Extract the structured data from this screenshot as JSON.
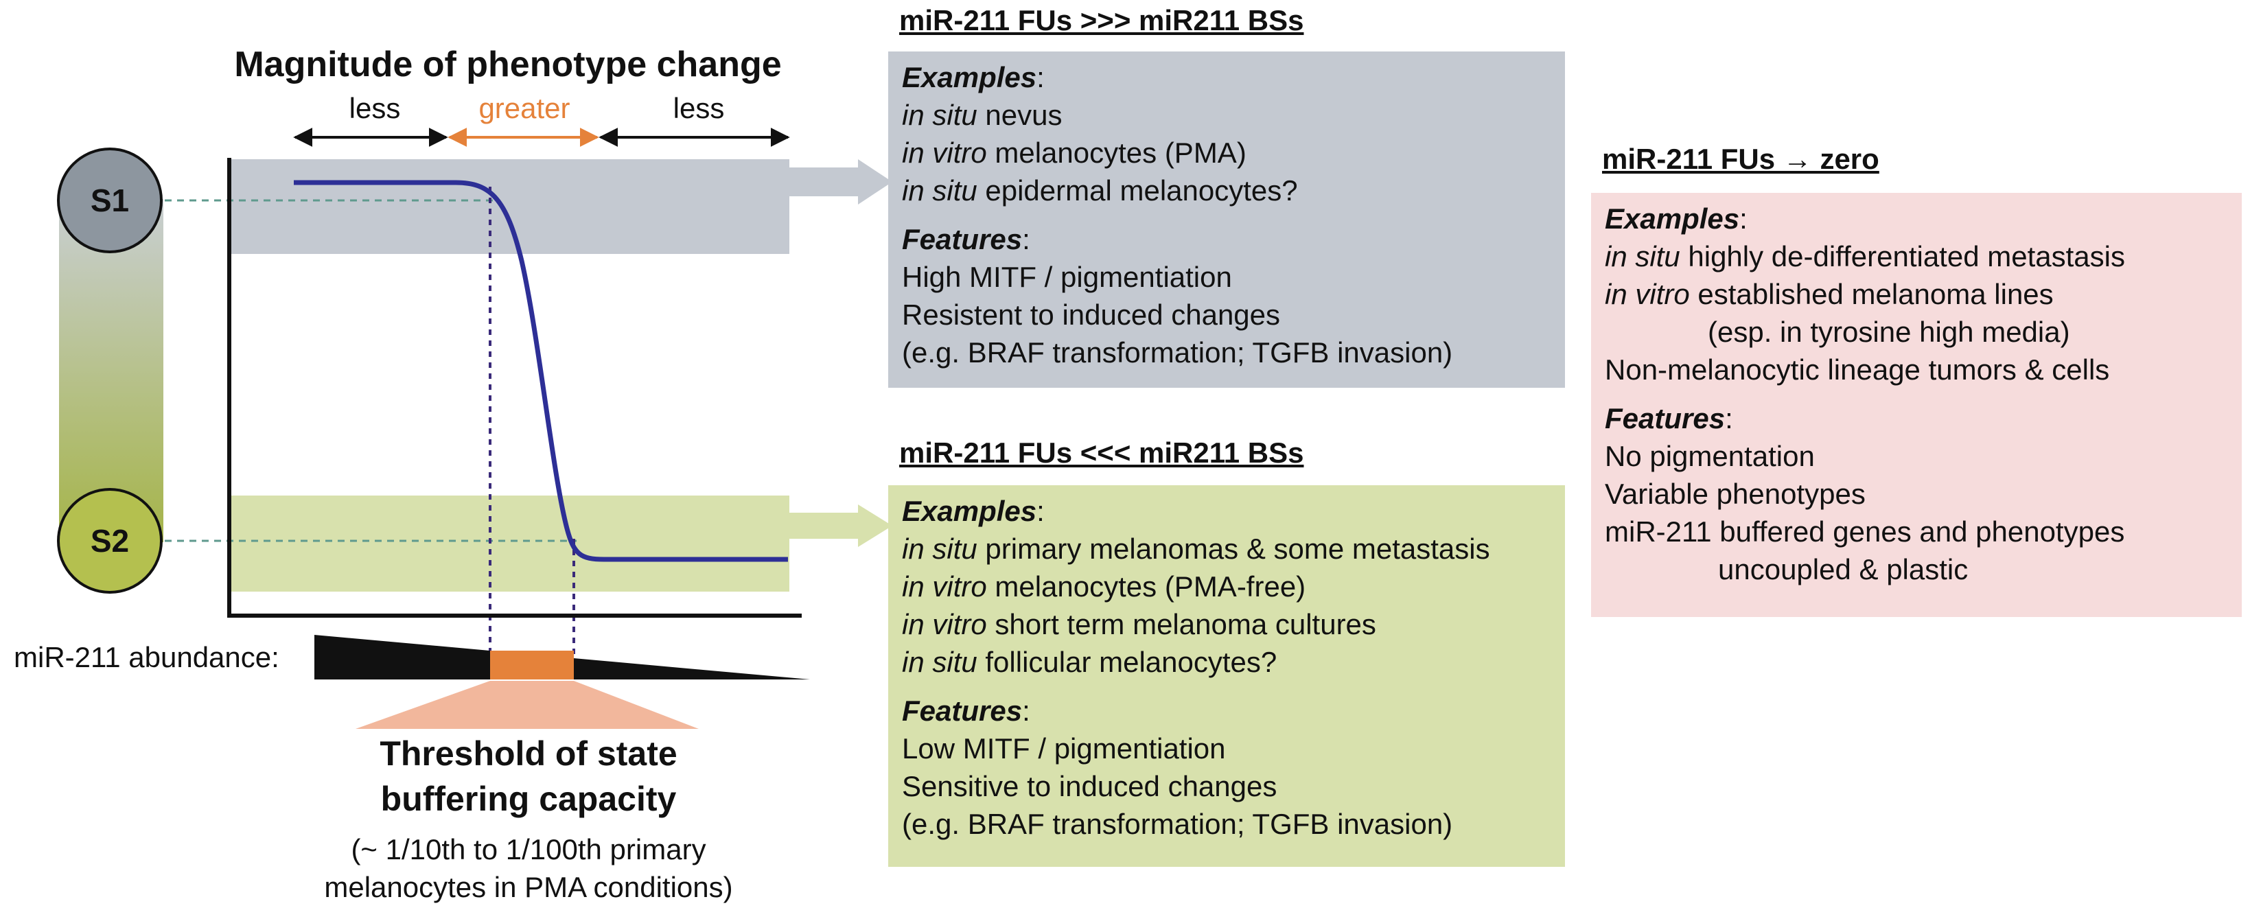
{
  "chart": {
    "magnitude_title": "Magnitude of phenotype change",
    "span_left": "less",
    "span_middle": "greater",
    "span_right": "less",
    "state_1": "S1",
    "state_2": "S2",
    "abundance_label": "miR-211 abundance:",
    "threshold_title_1": "Threshold of state",
    "threshold_title_2": "buffering capacity",
    "threshold_note_1": "(~ 1/10th to 1/100th primary",
    "threshold_note_2": "melanocytes in PMA conditions)"
  },
  "colors": {
    "curve": "#2d2f96",
    "threshold_orange": "#e5823a",
    "threshold_fan": "#f2b79c",
    "s1_fill": "#8d969f",
    "s2_fill": "#b4c04f",
    "band_gray": "#c4c9d1",
    "band_green": "#d8e1ad",
    "box_pink": "#f6dcdc",
    "guide_dash": "#5f9a8e",
    "threshold_dash": "#3a2a7a"
  },
  "high_box": {
    "header": "miR-211 FUs >>> miR211 BSs",
    "examples_label": "Examples",
    "examples": [
      {
        "em": "in situ",
        "text": " nevus"
      },
      {
        "em": "in vitro",
        "text": " melanocytes (PMA)"
      },
      {
        "em": "in situ",
        "text": " epidermal melanocytes?"
      }
    ],
    "features_label": "Features",
    "features": [
      "High MITF / pigmentiation",
      "Resistent to induced changes",
      "(e.g. BRAF transformation; TGFB invasion)"
    ]
  },
  "low_box": {
    "header": "miR-211 FUs <<< miR211 BSs",
    "examples_label": "Examples",
    "examples": [
      {
        "em": "in situ",
        "text": " primary melanomas & some metastasis"
      },
      {
        "em": "in vitro",
        "text": " melanocytes (PMA-free)"
      },
      {
        "em": "in vitro",
        "text": " short term melanoma cultures"
      },
      {
        "em": "in situ",
        "text": " follicular melanocytes?"
      }
    ],
    "features_label": "Features",
    "features": [
      "Low MITF / pigmentiation",
      "Sensitive to induced changes",
      "(e.g. BRAF transformation; TGFB invasion)"
    ]
  },
  "zero_box": {
    "header": "miR-211 FUs → zero",
    "examples_label": "Examples",
    "example_1_em": "in situ",
    "example_1_text": " highly de-differentiated metastasis",
    "example_2_em": "in vitro",
    "example_2_text": " established melanoma lines",
    "example_2_cont": "(esp. in tyrosine high media)",
    "example_3": "Non-melanocytic lineage tumors & cells",
    "features_label": "Features",
    "feature_1": "No pigmentation",
    "feature_2": "Variable phenotypes",
    "feature_3": "miR-211 buffered genes and phenotypes",
    "feature_3_cont": "uncoupled & plastic"
  }
}
